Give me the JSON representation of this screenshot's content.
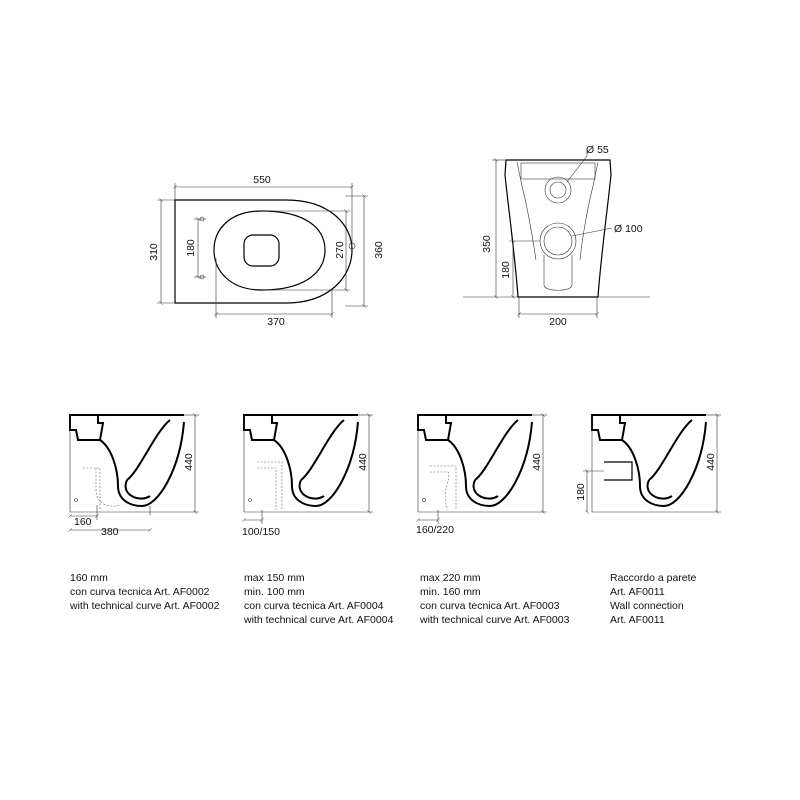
{
  "top_view": {
    "width_total": "550",
    "depth_outer": "310",
    "fixing_spacing": "180",
    "depth_bowl": "270",
    "depth_total": "360",
    "bowl_length": "370"
  },
  "front_view": {
    "inlet_diameter": "Ø 55",
    "outlet_diameter": "Ø 100",
    "height_total": "350",
    "outlet_height": "180",
    "base_width": "200"
  },
  "profiles": [
    {
      "height": "440",
      "dim_a": "160",
      "dim_b": "380"
    },
    {
      "height": "440",
      "dim_a": "100/150"
    },
    {
      "height": "440",
      "dim_a": "160/220"
    },
    {
      "height": "440",
      "dim_side": "180"
    }
  ],
  "captions": [
    {
      "lines": [
        "160 mm",
        "con curva tecnica Art. AF0002",
        "with technical curve Art. AF0002"
      ]
    },
    {
      "lines": [
        "max 150 mm",
        "min. 100 mm",
        "con curva tecnica Art. AF0004",
        "with technical curve Art. AF0004"
      ]
    },
    {
      "lines": [
        "max 220 mm",
        "min. 160 mm",
        "con curva tecnica Art. AF0003",
        "with technical curve Art. AF0003"
      ]
    },
    {
      "lines": [
        "Raccordo a parete",
        "Art. AF0011",
        "Wall connection",
        "Art. AF0011"
      ]
    }
  ]
}
